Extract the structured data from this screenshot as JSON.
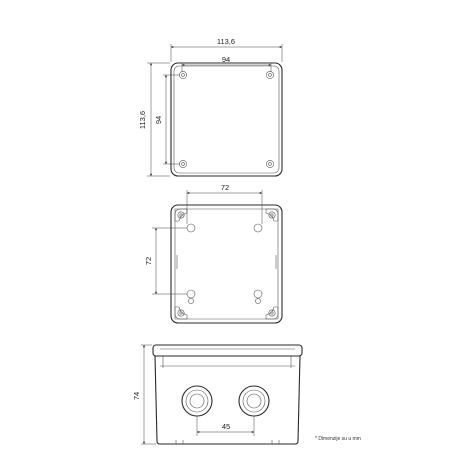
{
  "top_view": {
    "outer_width_label": "113,6",
    "inner_width_label": "94",
    "outer_height_label": "113,6",
    "inner_height_label": "94"
  },
  "mounting_view": {
    "hole_spacing_x_label": "72",
    "hole_spacing_y_label": "72"
  },
  "side_view": {
    "height_label": "74",
    "knockout_spacing_label": "45"
  },
  "note": "* Dimenzije su u mm"
}
